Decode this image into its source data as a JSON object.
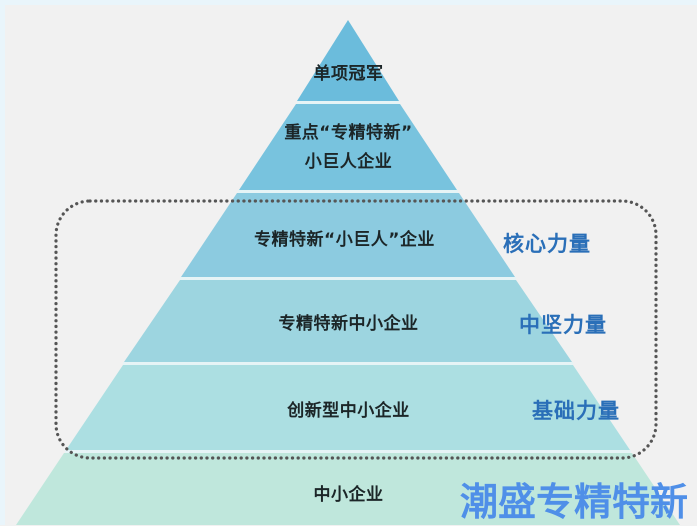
{
  "diagram": {
    "type": "pyramid",
    "layers": [
      {
        "label": "单项冠军",
        "color": "#6bbcdc"
      },
      {
        "label_line1": "重点“专精特新”",
        "label_line2": "小巨人企业",
        "color": "#78c3de"
      },
      {
        "label": "专精特新“小巨人”企业",
        "color": "#8ccbe0"
      },
      {
        "label": "专精特新中小企业",
        "color": "#9dd5e0"
      },
      {
        "label": "创新型中小企业",
        "color": "#acdfe2"
      },
      {
        "label": "中小企业",
        "color": "#bfe7dc"
      }
    ],
    "forces": [
      {
        "label": "核心力量",
        "for_layer": 3
      },
      {
        "label": "中坚力量",
        "for_layer": 4
      },
      {
        "label": "基础力量",
        "for_layer": 5
      }
    ],
    "highlight_box": {
      "style": "dotted",
      "color": "#555555"
    },
    "accent_color": "#2a6fb8"
  },
  "watermark": "潮盛专精特新"
}
